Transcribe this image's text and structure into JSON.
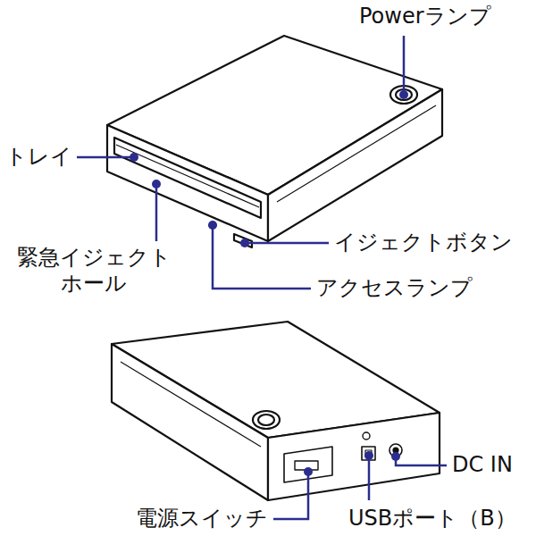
{
  "diagram": {
    "labels": [
      "Powerランプ",
      "トレイ",
      "緊急イジェクト ホール",
      "イジェクトボタン",
      "アクセスランプ",
      "DC IN",
      "電源スイッチ",
      "USBポート（B）"
    ]
  }
}
